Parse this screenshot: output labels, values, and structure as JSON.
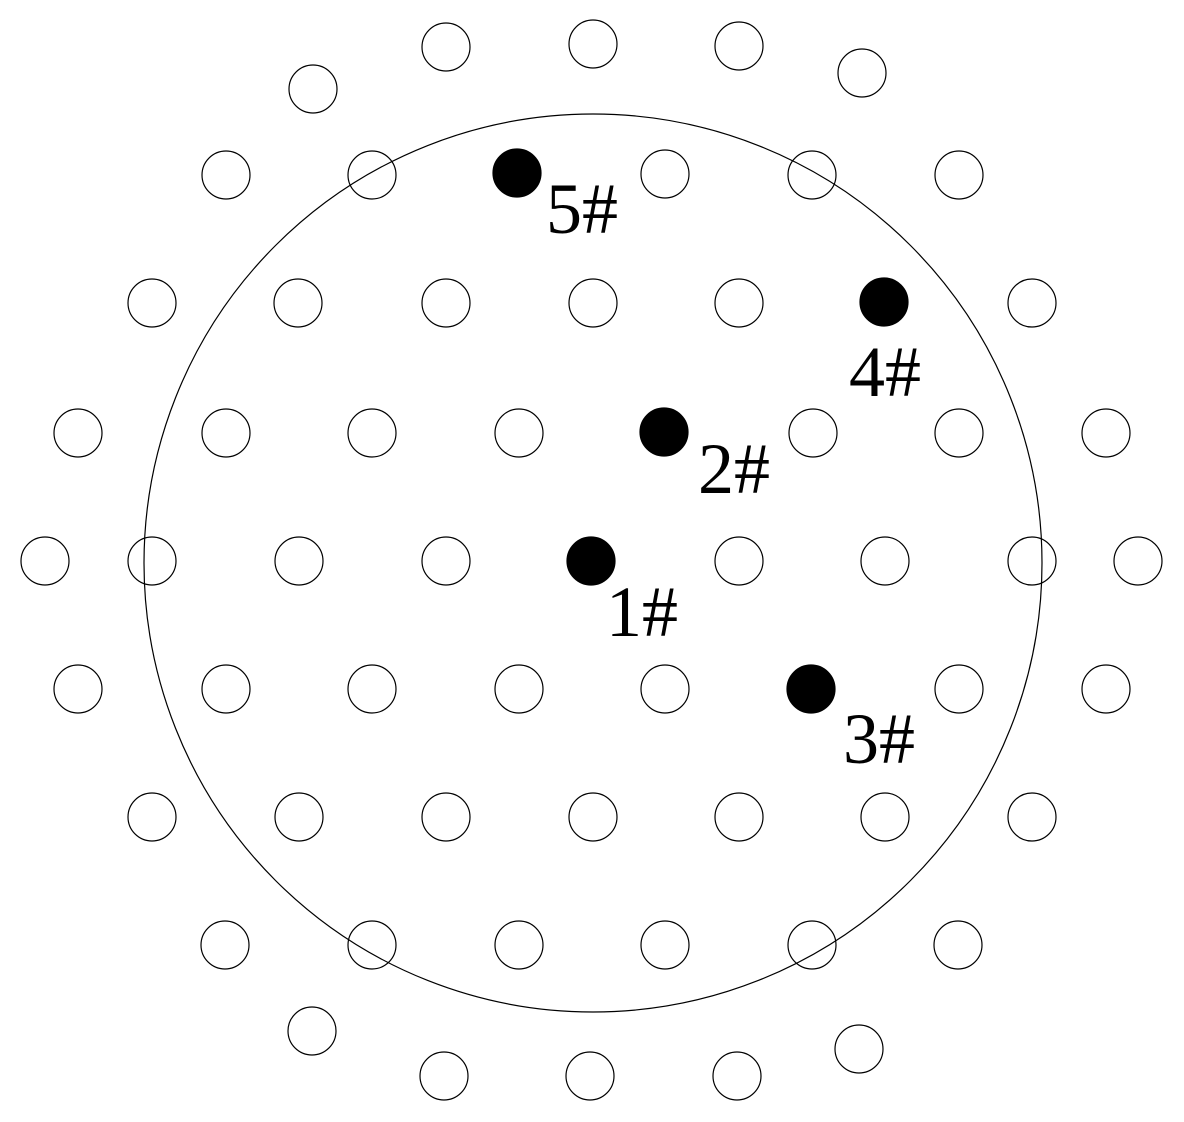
{
  "colors": {
    "background": "#ffffff",
    "stroke": "#000000",
    "marked_fill": "#000000"
  },
  "marked_points": [
    {
      "id": "1",
      "label": "1#"
    },
    {
      "id": "2",
      "label": "2#"
    },
    {
      "id": "3",
      "label": "3#"
    },
    {
      "id": "4",
      "label": "4#"
    },
    {
      "id": "5",
      "label": "5#"
    }
  ]
}
